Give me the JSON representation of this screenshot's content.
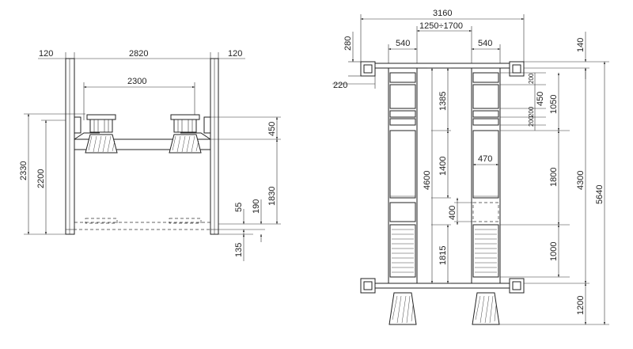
{
  "front_view": {
    "dims": {
      "left_margin": "120",
      "overall_width": "2820",
      "right_margin": "120",
      "inner_width": "2300",
      "total_height": "2330",
      "column_height": "2200",
      "platform_thickness": "450",
      "lift_height": "1830",
      "runway_top": "55",
      "runway_total": "190",
      "ground_offset": "135"
    }
  },
  "top_view": {
    "dims": {
      "overall_width": "3160",
      "adjust_range": "1250÷1700",
      "left_runway_width": "540",
      "right_runway_width": "540",
      "post_depth_top": "280",
      "post_offset": "220",
      "right_top": "140",
      "top_section": "1385",
      "mid_section": "1400",
      "overall_length": "4600",
      "bottom_section": "1815",
      "small_200_a": "200",
      "len_450": "450",
      "small_200_b": "200",
      "small_200_c": "200",
      "len_1050": "1050",
      "len_470": "470",
      "len_400": "400",
      "len_1800": "1800",
      "len_4300": "4300",
      "len_5640": "5640",
      "len_1000": "1000",
      "len_1200": "1200"
    }
  }
}
